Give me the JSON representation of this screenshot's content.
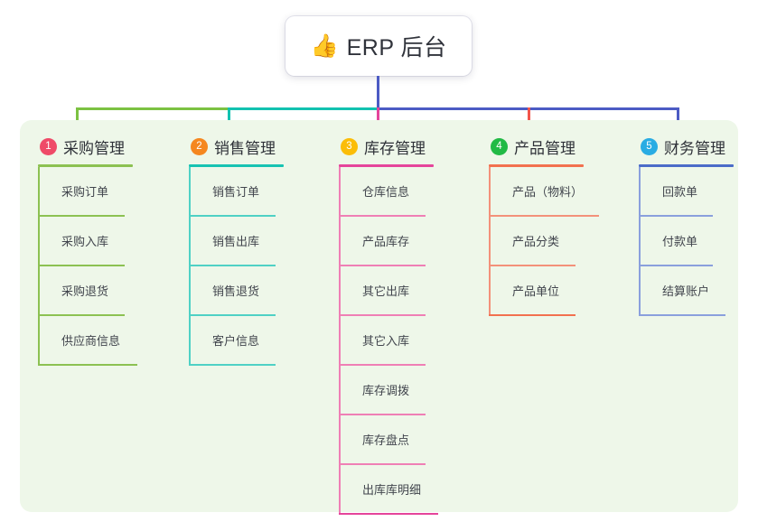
{
  "root": {
    "icon": "thumbs-up-icon",
    "emoji": "👍",
    "title": "ERP 后台"
  },
  "palette": {
    "panel_bg": "#eef7e9",
    "page_bg": "#ffffff",
    "text": "#2e3138",
    "item_text": "#41454d",
    "root_stem": "#4c5bc4",
    "bar_green": "#7cc242",
    "bar_teal": "#12c2b0",
    "bar_blue": "#4c5bc4"
  },
  "columns": [
    {
      "number": "1",
      "title": "采购管理",
      "badge_color": "#ef4a68",
      "rule_color": "#8cc152",
      "line_color": "#8cc152",
      "drop_color": "#7cc242",
      "items": [
        {
          "label": "采购订单"
        },
        {
          "label": "采购入库"
        },
        {
          "label": "采购退货"
        },
        {
          "label": "供应商信息"
        }
      ]
    },
    {
      "number": "2",
      "title": "销售管理",
      "badge_color": "#f5871f",
      "rule_color": "#17c3b2",
      "line_color": "#4fd1c5",
      "drop_color": "#12c2b0",
      "items": [
        {
          "label": "销售订单"
        },
        {
          "label": "销售出库"
        },
        {
          "label": "销售退货"
        },
        {
          "label": "客户信息"
        }
      ]
    },
    {
      "number": "3",
      "title": "库存管理",
      "badge_color": "#fbbd08",
      "rule_color": "#e5459b",
      "line_color": "#ef7fb5",
      "drop_color": "#e5459b",
      "items": [
        {
          "label": "仓库信息"
        },
        {
          "label": "产品库存"
        },
        {
          "label": "其它出库"
        },
        {
          "label": "其它入库"
        },
        {
          "label": "库存调拨"
        },
        {
          "label": "库存盘点"
        },
        {
          "label": "出库库明细"
        }
      ]
    },
    {
      "number": "4",
      "title": "产品管理",
      "badge_color": "#21ba45",
      "rule_color": "#f2714f",
      "line_color": "#f3917a",
      "drop_color": "#f2544b",
      "items": [
        {
          "label": "产品（物料）"
        },
        {
          "label": "产品分类"
        },
        {
          "label": "产品单位"
        }
      ]
    },
    {
      "number": "5",
      "title": "财务管理",
      "badge_color": "#29ace3",
      "rule_color": "#4b6cc8",
      "line_color": "#8aa0dd",
      "drop_color": "#4c5bc4",
      "items": [
        {
          "label": "回款单"
        },
        {
          "label": "付款单"
        },
        {
          "label": "结算账户"
        }
      ]
    }
  ]
}
